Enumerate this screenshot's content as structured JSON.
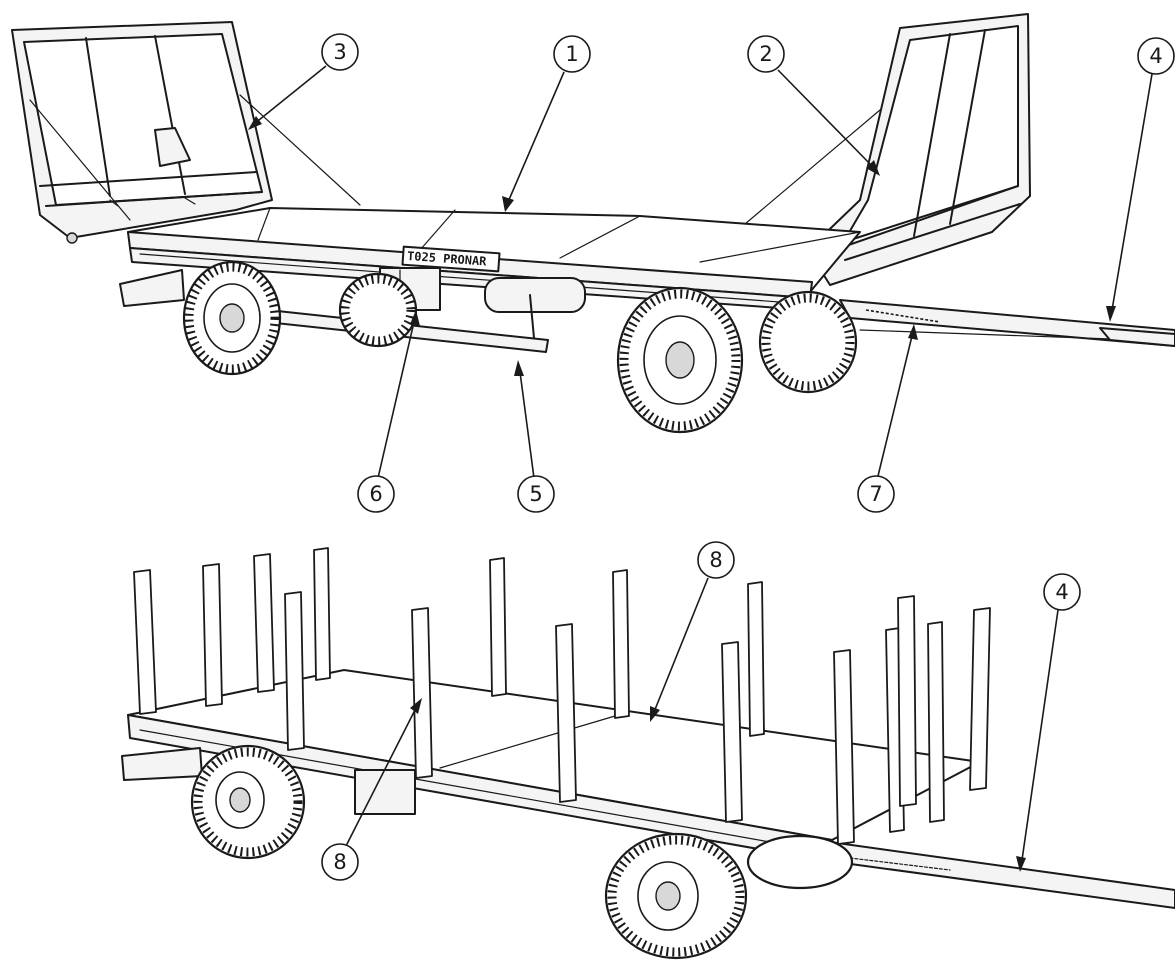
{
  "plate": {
    "text": "T025 PRONAR"
  },
  "callouts": [
    {
      "id": "c1",
      "label": "1"
    },
    {
      "id": "c2",
      "label": "2"
    },
    {
      "id": "c3",
      "label": "3"
    },
    {
      "id": "c4a",
      "label": "4"
    },
    {
      "id": "c5",
      "label": "5"
    },
    {
      "id": "c6",
      "label": "6"
    },
    {
      "id": "c7",
      "label": "7"
    },
    {
      "id": "c4b",
      "label": "4"
    },
    {
      "id": "c8a",
      "label": "8"
    },
    {
      "id": "c8b",
      "label": "8"
    }
  ]
}
